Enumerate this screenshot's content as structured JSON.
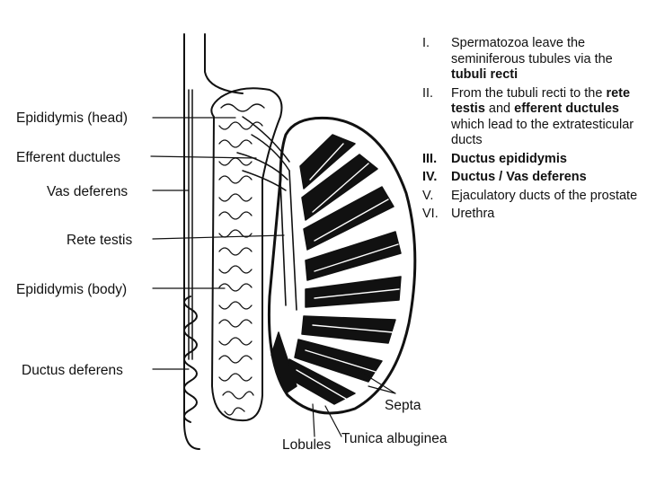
{
  "diagram": {
    "labels": {
      "epididymis_head": "Epididymis (head)",
      "efferent_ductules": "Efferent ductules",
      "vas_deferens": "Vas deferens",
      "rete_testis": "Rete testis",
      "epididymis_body": "Epididymis (body)",
      "ductus_deferens": "Ductus deferens",
      "septa": "Septa",
      "lobules": "Lobules",
      "tunica_albuginea": "Tunica albuginea"
    }
  },
  "steps": [
    {
      "numeral": "I.",
      "parts": [
        "Spermatozoa leave the seminiferous tubules via the ",
        "tubuli recti"
      ]
    },
    {
      "numeral": "II.",
      "parts": [
        "From the tubuli recti to the ",
        "rete testis",
        " and ",
        "efferent ductules",
        " which lead to the extratesticular ducts"
      ]
    },
    {
      "numeral": "III.",
      "text": "Ductus epididymis"
    },
    {
      "numeral": "IV.",
      "text": "Ductus / Vas deferens"
    },
    {
      "numeral": "V.",
      "text": "Ejaculatory ducts of the prostate"
    },
    {
      "numeral": "VI.",
      "text": "Urethra"
    }
  ],
  "colors": {
    "ink": "#111111",
    "paper": "#ffffff"
  }
}
